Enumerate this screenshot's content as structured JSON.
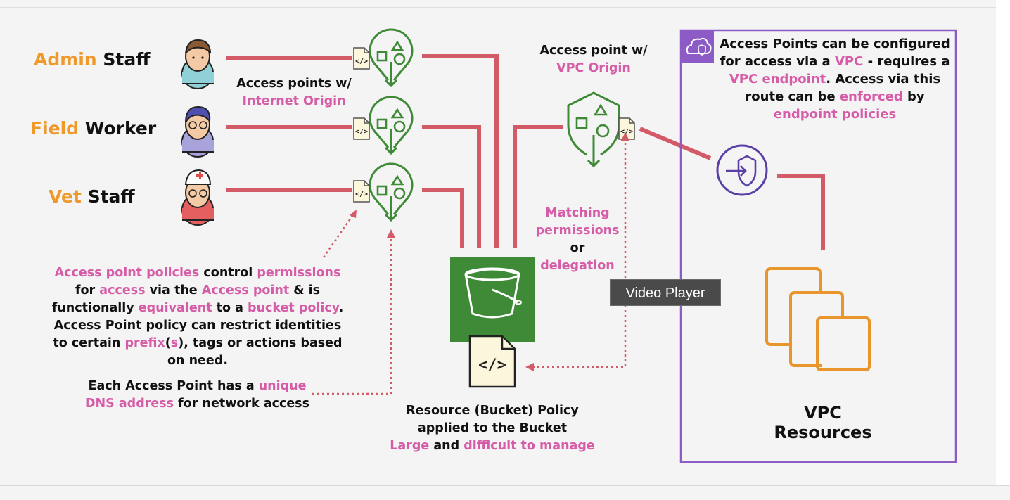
{
  "colors": {
    "line": "#d35b67",
    "green": "#3f8a37",
    "pink": "#d65ca8",
    "orange": "#f0992b",
    "purple": "#8c5bc6",
    "bucket": "#3f8a37"
  },
  "staff": [
    {
      "highlight": "Admin",
      "rest": " Staff",
      "icon": "man-avatar-icon"
    },
    {
      "highlight": "Field",
      "rest": " Worker",
      "icon": "man-glasses-avatar-icon"
    },
    {
      "highlight": "Vet",
      "rest": " Staff",
      "icon": "nurse-avatar-icon"
    }
  ],
  "internet_label": {
    "line1": "Access points w/",
    "line2": "Internet Origin"
  },
  "vpc_ap_label": {
    "line1": "Access point w/",
    "line2": "VPC Origin"
  },
  "vpc_note": {
    "a": "Access Points can be configured for access via a ",
    "b": "VPC",
    "c": " - requires a ",
    "d": "VPC endpoint",
    "e": ". Access via this route can be ",
    "f": "enforced",
    "g": " by ",
    "h": "endpoint policies"
  },
  "matching": {
    "line1": "Matching",
    "line2": "permissions",
    "line3": "or",
    "line4": "delegation"
  },
  "ap_policy_note": {
    "p1": "Access point policies",
    "p2": " control ",
    "p3": "permissions",
    "p4": " for ",
    "p5": "access",
    "p6": " via the ",
    "p7": "Access point",
    "p8": " & is functionally ",
    "p9": "equivalent",
    "p10": " to a ",
    "p11": "bucket policy",
    "p12": ". Access Point policy can restrict identities to certain ",
    "p13": "prefix",
    "p14": "(",
    "p15": "s",
    "p16": "), tags or actions based on need."
  },
  "dns_note": {
    "a": "Each Access Point has a ",
    "b": "unique DNS address",
    "c": " for network access"
  },
  "bucket_policy": {
    "line1": "Resource (Bucket) Policy",
    "line2": "applied to the Bucket",
    "hl1": "Large",
    "mid": " and ",
    "hl2": "difficult to manage"
  },
  "vpc_title": "VPC Resources",
  "tooltip": "Video Player",
  "icons": [
    "access-point-icon",
    "policy-document-icon",
    "s3-bucket-icon",
    "vpc-endpoint-icon",
    "vpc-resources-icon",
    "vpc-cloud-icon"
  ]
}
